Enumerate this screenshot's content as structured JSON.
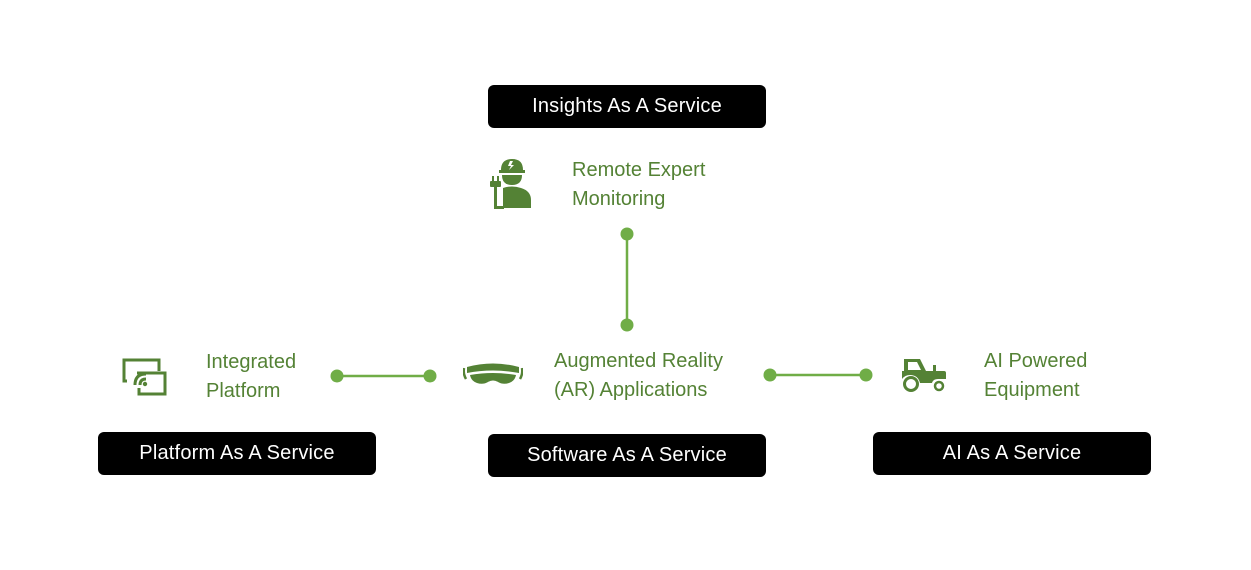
{
  "colors": {
    "accent_text": "#548235",
    "connector": "#70AD47",
    "icon": "#548235",
    "box_bg": "#000000",
    "box_text": "#FFFFFF"
  },
  "services": {
    "insights": "Insights As A Service",
    "platform": "Platform As A Service",
    "software": "Software As A Service",
    "ai": "AI As A Service"
  },
  "nodes": {
    "remote_expert": {
      "line1": "Remote Expert",
      "line2": "Monitoring",
      "icon": "worker-with-plug-icon"
    },
    "integrated_platform": {
      "line1": "Integrated",
      "line2": "Platform",
      "icon": "wireless-screen-cast-icon"
    },
    "ar_apps": {
      "line1": "Augmented Reality",
      "line2": "(AR) Applications",
      "icon": "ar-headset-icon"
    },
    "ai_equipment": {
      "line1": "AI Powered",
      "line2": "Equipment",
      "icon": "tractor-icon"
    }
  },
  "connections": [
    {
      "from": "remote_expert",
      "to": "ar_apps"
    },
    {
      "from": "integrated_platform",
      "to": "ar_apps"
    },
    {
      "from": "ar_apps",
      "to": "ai_equipment"
    }
  ]
}
